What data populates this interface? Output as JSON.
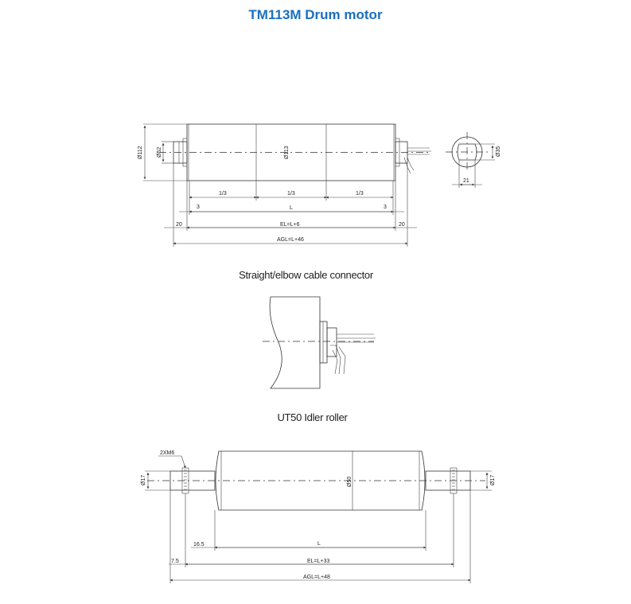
{
  "title": "TM113M Drum motor",
  "drum_motor": {
    "dia_112": "Ø112",
    "dia_52": "Ø52",
    "dia_113": "Ø113",
    "dia_35": "Ø35",
    "third_1": "1/3",
    "third_2": "1/3",
    "third_3": "1/3",
    "offset_left": "3",
    "length": "L",
    "offset_right": "3",
    "margin_left": "20",
    "el": "EL=L+6",
    "margin_right": "20",
    "agl": "AGL=L+46",
    "flat_21": "21"
  },
  "connector": {
    "caption": "Straight/elbow cable connector"
  },
  "idler": {
    "caption": "UT50 Idler roller",
    "thread": "2XM6",
    "shaft_left": "Ø17",
    "dia_50": "Ø50",
    "shaft_right": "Ø17",
    "offset_16_5": "16.5",
    "length": "L",
    "offset_7_5": "7.5",
    "el": "EL=L+33",
    "agl": "AGL=L+48"
  }
}
